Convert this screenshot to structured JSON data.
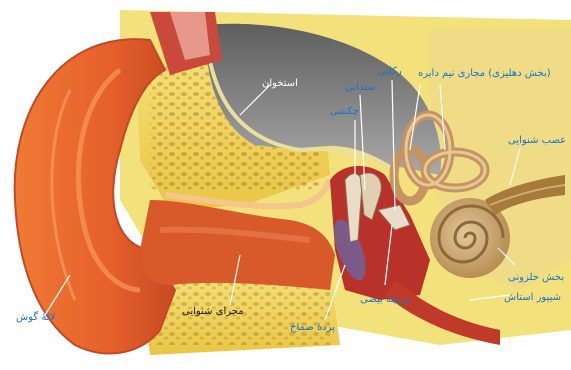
{
  "labels": {
    "bone": "استخوان",
    "stirrup": "رکابی",
    "semicircular": "(بخش دهلیزی) مجاری نیم دایره",
    "anvil": "سندانی",
    "hammer": "چکشی",
    "auditory_nerve": "عصب شنوایی",
    "cochlea": "بخش حلزونی",
    "eustachian": "شیپور استاش",
    "oval_window": "دریچه بیضی",
    "eardrum": "پردهٔ صماخ",
    "ear_canal": "مجرای شنوایی",
    "pinna": "لالهٔ گوش"
  },
  "colors": {
    "skin": "#e8622a",
    "fat": "#f2d94e",
    "bone": "#8a8a8a",
    "canal": "#d85a2a",
    "label_blue": "#1a73c9",
    "label_dark": "#1f1f1f"
  }
}
